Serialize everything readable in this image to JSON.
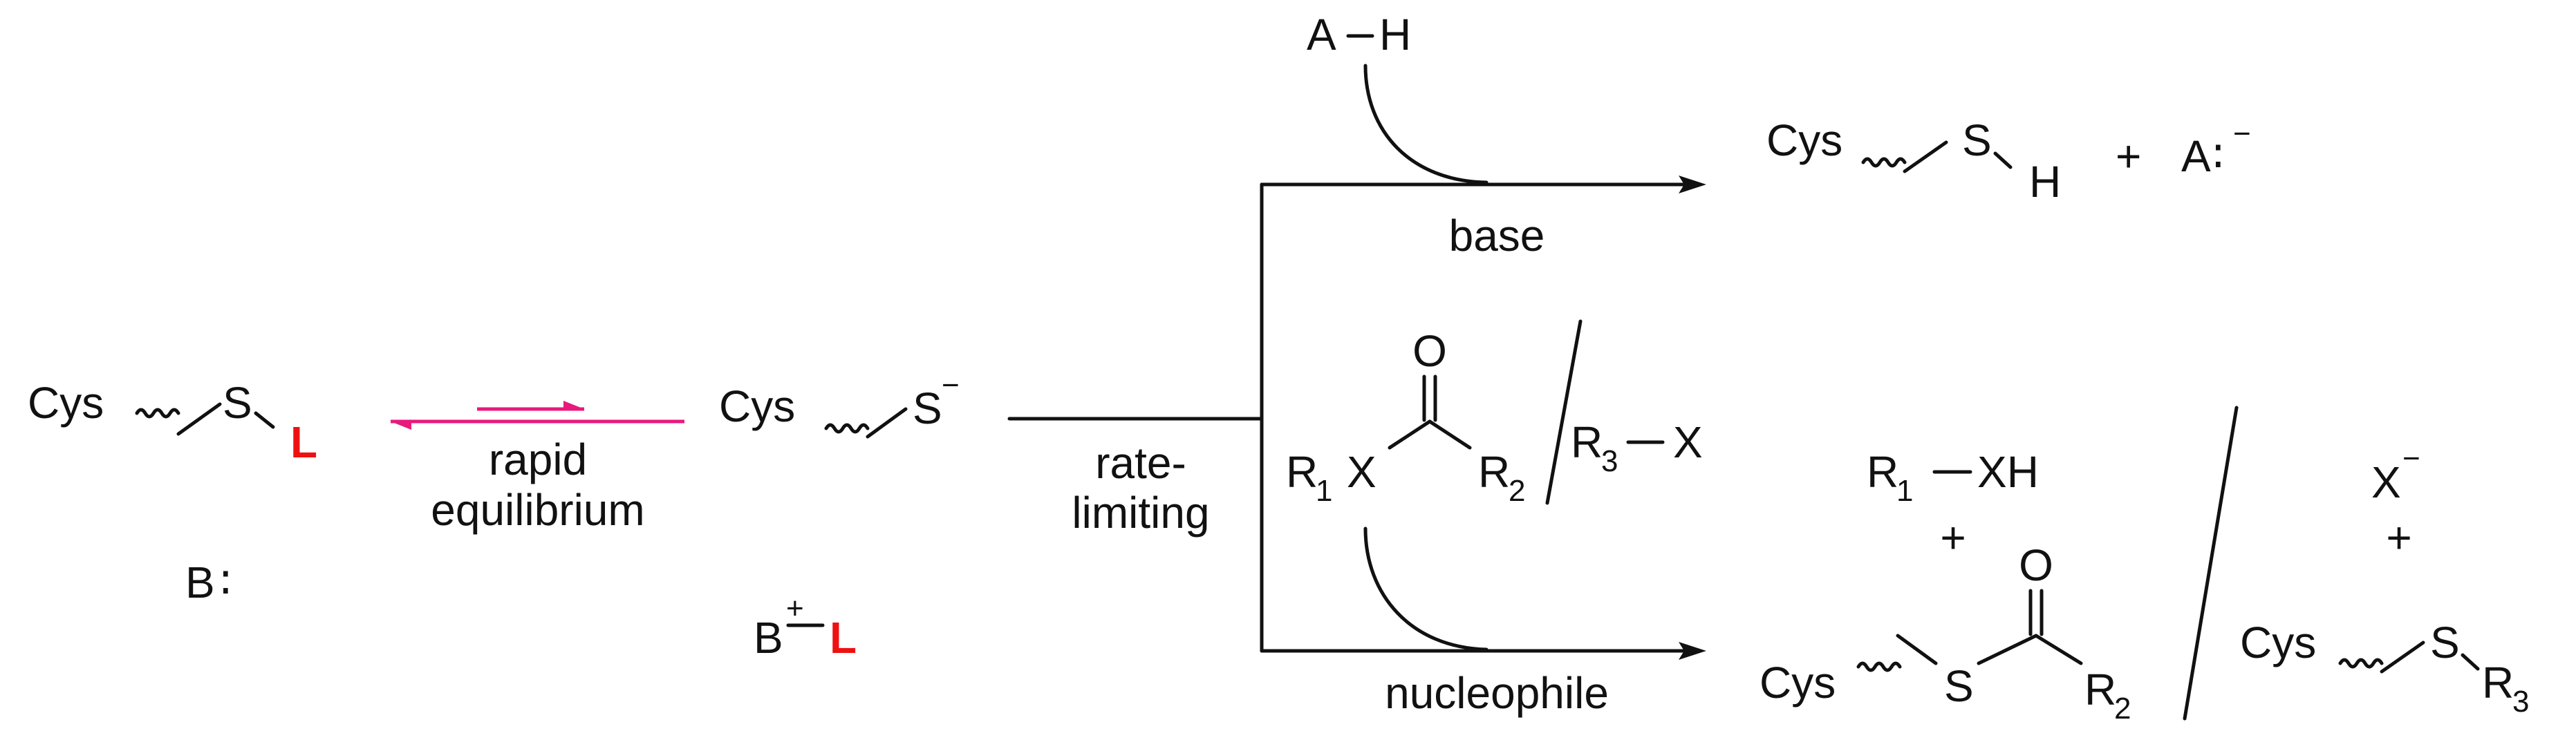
{
  "colors": {
    "ink": "#111111",
    "leaving_group": "#ee1111",
    "equilibrium_arrow": "#e8197d"
  },
  "labels": {
    "cys": "Cys",
    "s": "S",
    "l": "L",
    "b": "B",
    "colon": "∶",
    "minus": "−",
    "plus": "+",
    "rapid": "rapid",
    "equilibrium": "equilibrium",
    "rate": "rate-",
    "limiting": "limiting",
    "a": "A",
    "h": "H",
    "base": "base",
    "nucleophile": "nucleophile",
    "o": "O",
    "r": "R",
    "x": "X",
    "xh": "XH",
    "sub1": "1",
    "sub2": "2",
    "sub3": "3"
  }
}
